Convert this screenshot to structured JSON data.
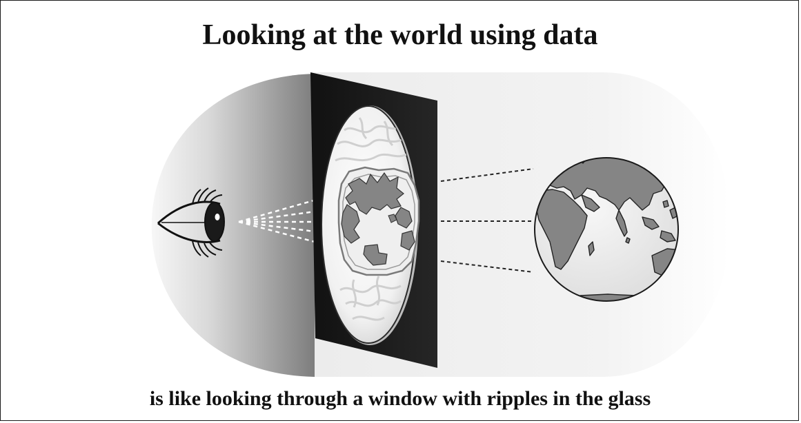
{
  "title": "Looking at the world using data",
  "subtitle": "is like looking through a window with ripples in the glass",
  "colors": {
    "ink": "#111111",
    "window_frame": "#1f1f1f",
    "land": "#858585",
    "ocean": "#ededed",
    "beam_dark": "#8c8c8c",
    "beam_light": "#f2f2f2"
  },
  "icons": [
    "eye-icon",
    "window-frame",
    "rippled-glass",
    "distorted-map",
    "globe-icon"
  ]
}
